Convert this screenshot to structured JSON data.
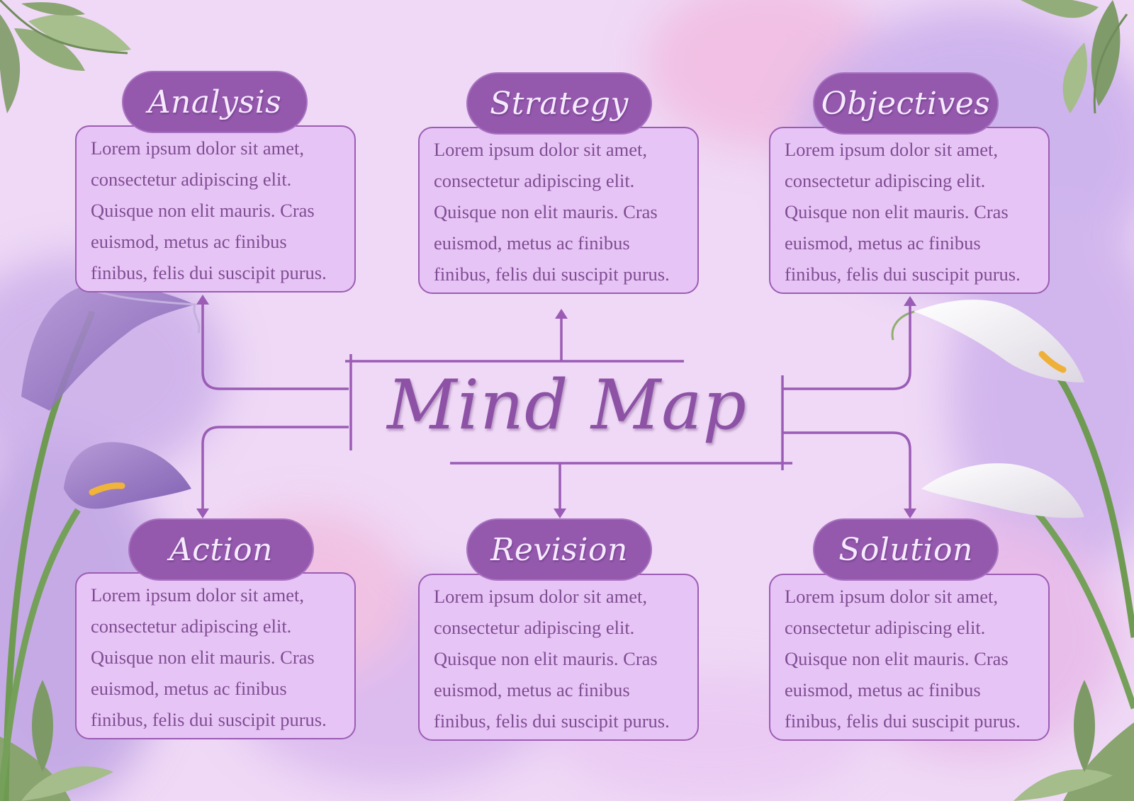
{
  "title": "Mind Map",
  "colors": {
    "accent": "#9459ad",
    "card_fill": "#e7c4f6",
    "line": "#9b5cb5",
    "background": "#efd9f6"
  },
  "nodes": [
    {
      "label": "Analysis",
      "lines": [
        "Lorem ipsum dolor sit amet,",
        "consectetur adipiscing elit.",
        "Quisque non elit mauris. Cras",
        "euismod, metus ac finibus",
        "finibus, felis dui suscipit purus."
      ]
    },
    {
      "label": "Strategy",
      "lines": [
        "Lorem ipsum dolor sit amet,",
        "consectetur adipiscing elit.",
        "Quisque non elit mauris. Cras",
        "euismod, metus ac finibus",
        "finibus, felis dui suscipit purus."
      ]
    },
    {
      "label": "Objectives",
      "lines": [
        "Lorem ipsum dolor sit amet,",
        "consectetur adipiscing elit.",
        "Quisque non elit mauris. Cras",
        "euismod, metus ac finibus",
        "finibus, felis dui suscipit purus."
      ]
    },
    {
      "label": "Action",
      "lines": [
        "Lorem ipsum dolor sit amet,",
        "consectetur adipiscing elit.",
        "Quisque non elit mauris. Cras",
        "euismod, metus ac finibus",
        "finibus, felis dui suscipit purus."
      ]
    },
    {
      "label": "Revision",
      "lines": [
        "Lorem ipsum dolor sit amet,",
        "consectetur adipiscing elit.",
        "Quisque non elit mauris. Cras",
        "euismod, metus ac finibus",
        "finibus, felis dui suscipit purus."
      ]
    },
    {
      "label": "Solution",
      "lines": [
        "Lorem ipsum dolor sit amet,",
        "consectetur adipiscing elit.",
        "Quisque non elit mauris. Cras",
        "euismod, metus ac finibus",
        "finibus, felis dui suscipit purus."
      ]
    }
  ]
}
